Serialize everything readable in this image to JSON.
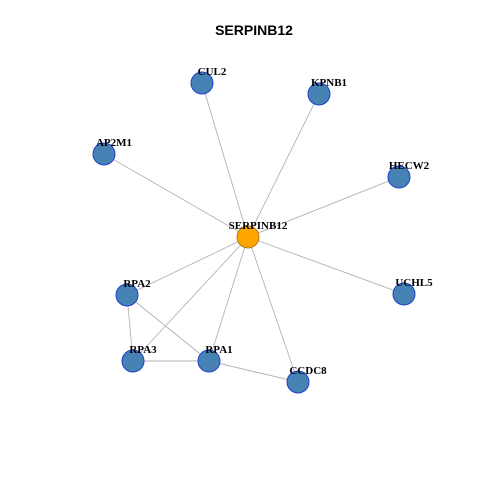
{
  "title": "SERPINB12",
  "colors": {
    "hub_fill": "#FFA500",
    "hub_stroke": "#B07A20",
    "node_fill": "#4682B4",
    "node_stroke": "#1F3FCC",
    "edge": "#B3B3B3"
  },
  "network": {
    "hub": "SERPINB12",
    "nodes": [
      {
        "id": "SERPINB12",
        "label": "SERPINB12",
        "role": "hub"
      },
      {
        "id": "CUL2",
        "label": "CUL2",
        "role": "interactor"
      },
      {
        "id": "KPNB1",
        "label": "KPNB1",
        "role": "interactor"
      },
      {
        "id": "AP2M1",
        "label": "AP2M1",
        "role": "interactor"
      },
      {
        "id": "HECW2",
        "label": "HECW2",
        "role": "interactor"
      },
      {
        "id": "UCHL5",
        "label": "UCHL5",
        "role": "interactor"
      },
      {
        "id": "RPA2",
        "label": "RPA2",
        "role": "interactor"
      },
      {
        "id": "RPA3",
        "label": "RPA3",
        "role": "interactor"
      },
      {
        "id": "RPA1",
        "label": "RPA1",
        "role": "interactor"
      },
      {
        "id": "CCDC8",
        "label": "CCDC8",
        "role": "interactor"
      }
    ],
    "edges": [
      [
        "SERPINB12",
        "CUL2"
      ],
      [
        "SERPINB12",
        "KPNB1"
      ],
      [
        "SERPINB12",
        "AP2M1"
      ],
      [
        "SERPINB12",
        "HECW2"
      ],
      [
        "SERPINB12",
        "UCHL5"
      ],
      [
        "SERPINB12",
        "RPA2"
      ],
      [
        "SERPINB12",
        "RPA3"
      ],
      [
        "SERPINB12",
        "RPA1"
      ],
      [
        "SERPINB12",
        "CCDC8"
      ],
      [
        "RPA2",
        "RPA3"
      ],
      [
        "RPA2",
        "RPA1"
      ],
      [
        "RPA3",
        "RPA1"
      ],
      [
        "RPA1",
        "CCDC8"
      ]
    ]
  }
}
